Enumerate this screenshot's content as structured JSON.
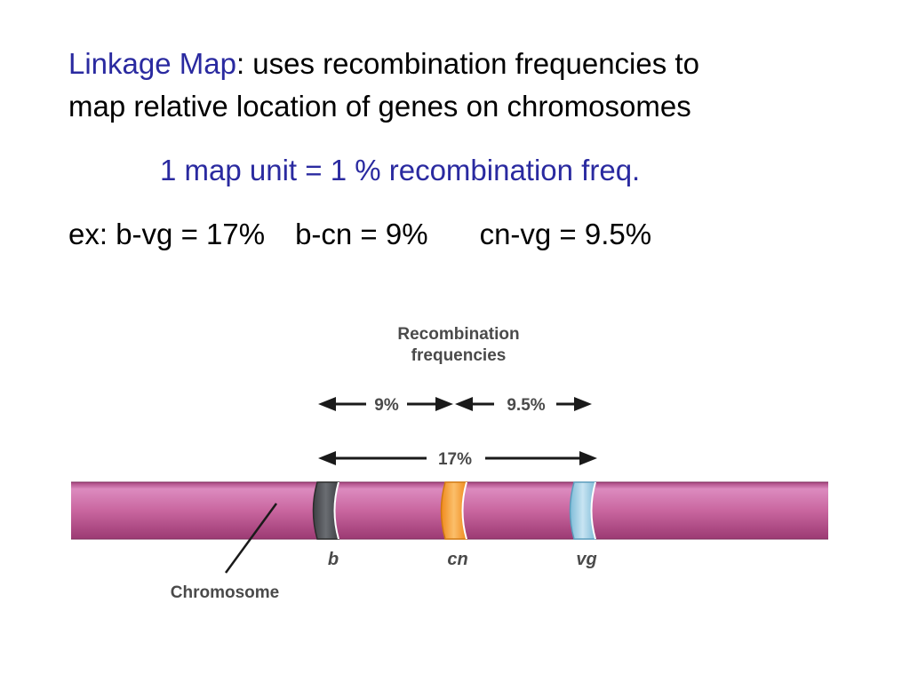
{
  "colors": {
    "accent": "#2a2aa0",
    "chromosome": "#c9669f",
    "band_b": "#55585c",
    "band_cn": "#f4a540",
    "band_vg": "#a8d2e6"
  },
  "definition": {
    "term": "Linkage Map",
    "line1_rest": ": uses recombination frequencies to",
    "line2": "map relative location of genes on chromosomes"
  },
  "map_unit": "1 map unit = 1 % recombination freq.",
  "examples": {
    "prefix": "ex: ",
    "items": [
      "b-vg = 17%",
      "b-cn = 9%",
      "cn-vg = 9.5%"
    ]
  },
  "diagram": {
    "title_line1": "Recombination",
    "title_line2": "frequencies",
    "arrow_b_cn": "9%",
    "arrow_cn_vg": "9.5%",
    "arrow_b_vg": "17%",
    "genes": [
      "b",
      "cn",
      "vg"
    ],
    "chromosome_label": "Chromosome"
  }
}
